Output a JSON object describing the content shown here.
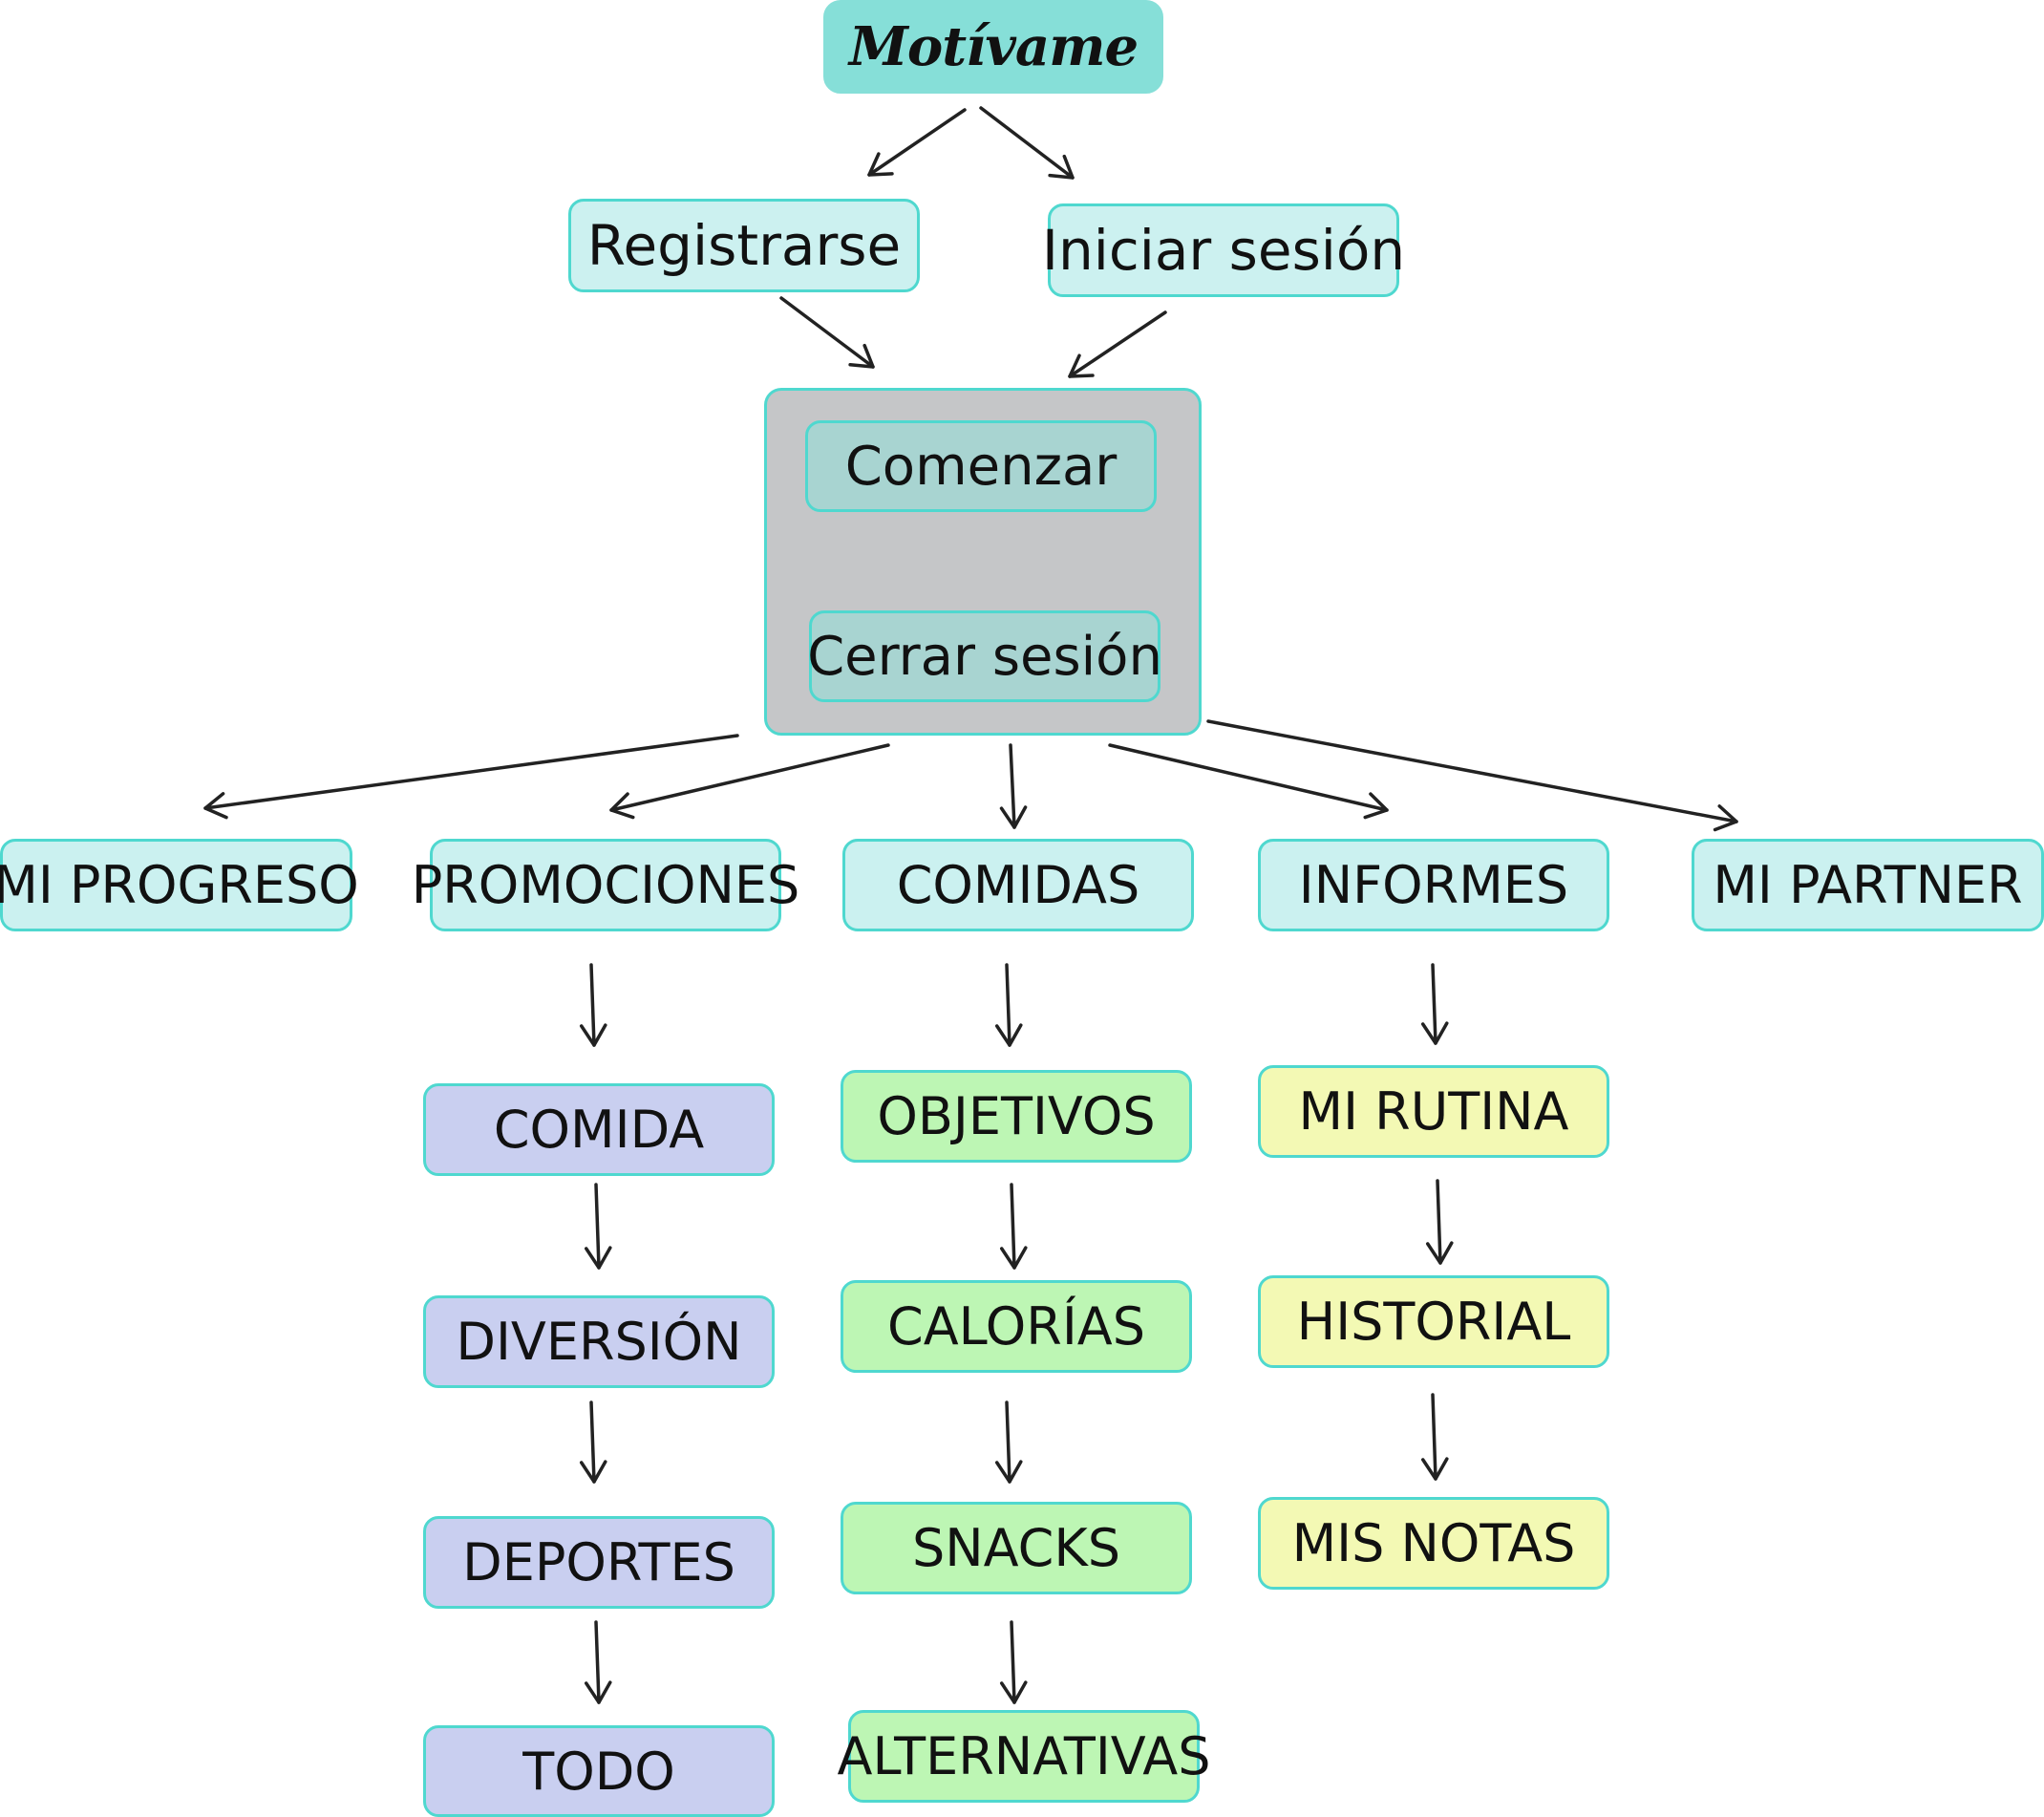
{
  "title": "Motívame",
  "auth": {
    "register": "Registrarse",
    "login": "Iniciar sesión"
  },
  "menu": {
    "start": "Comenzar",
    "logout": "Cerrar sesión"
  },
  "categories": [
    "MI PROGRESO",
    "PROMOCIONES",
    "COMIDAS",
    "INFORMES",
    "MI PARTNER"
  ],
  "promociones": [
    "COMIDA",
    "DIVERSIÓN",
    "DEPORTES",
    "TODO"
  ],
  "comidas": [
    "OBJETIVOS",
    "CALORÍAS",
    "SNACKS",
    "ALTERNATIVAS"
  ],
  "informes": [
    "MI RUTINA",
    "HISTORIAL",
    "MIS NOTAS"
  ],
  "colors": {
    "title_fill": "#86dfd8",
    "node_border": "#4fd8cf",
    "light_fill": "#ccf1f0",
    "menu_fill": "#c5c6c8",
    "menu_button_fill": "#a8d4d1",
    "promociones_fill": "#c9cff0",
    "comidas_fill": "#bdf6b4",
    "informes_fill": "#f3f9b4",
    "arrow": "#222222"
  }
}
